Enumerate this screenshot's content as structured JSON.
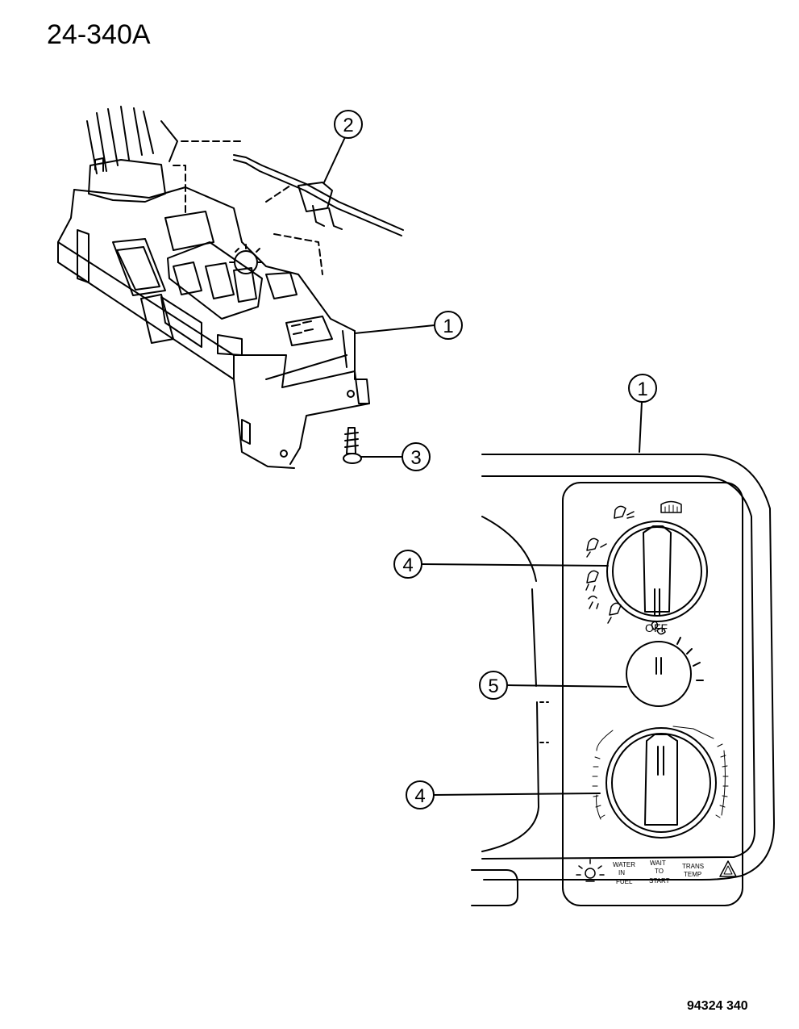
{
  "header": {
    "figure_id": "24-340A"
  },
  "footer": {
    "drawing_number": "94324 340"
  },
  "callouts": [
    {
      "id": "1",
      "text": "1"
    },
    {
      "id": "2",
      "text": "2"
    },
    {
      "id": "3",
      "text": "3"
    },
    {
      "id": "1",
      "text": "1"
    },
    {
      "id": "4",
      "text": "4"
    },
    {
      "id": "5",
      "text": "5"
    },
    {
      "id": "4",
      "text": "4"
    }
  ],
  "panel": {
    "mode_off_label": "OFF",
    "indicators": {
      "water_in_fuel": [
        "WATER",
        "IN",
        "FUEL"
      ],
      "wait_to_start": [
        "WAIT",
        "TO",
        "START"
      ],
      "trans_temp": [
        "TRANS",
        "TEMP"
      ]
    }
  },
  "icons": [
    "defrost-icon",
    "panel-vent-icon",
    "bi-level-icon",
    "floor-icon",
    "mix-icon",
    "floor-heat-icon",
    "fan-icon",
    "lamp-icon",
    "hazard-icon"
  ]
}
